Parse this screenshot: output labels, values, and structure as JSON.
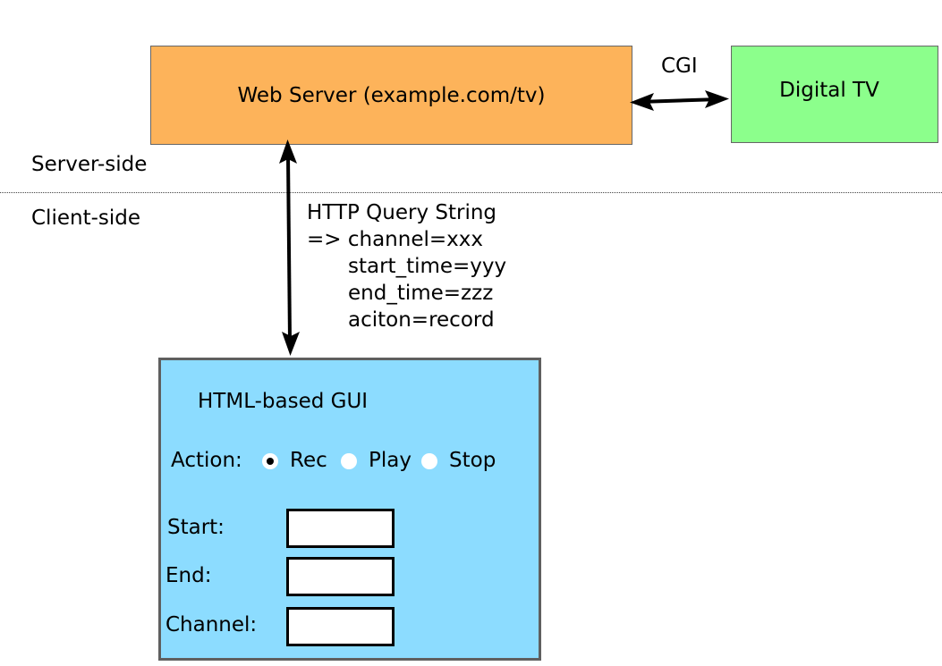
{
  "colors": {
    "web_server_fill": "#fdb35a",
    "digital_tv_fill": "#8cff8c",
    "gui_panel_fill": "#8cdcff",
    "arrow": "#000000",
    "box_border": "#666666"
  },
  "web_server": {
    "label": "Web Server (example.com/tv)"
  },
  "digital_tv": {
    "label": "Digital TV"
  },
  "cgi_label": "CGI",
  "zones": {
    "server_side": "Server-side",
    "client_side": "Client-side"
  },
  "query": {
    "title": "HTTP Query String",
    "line1": "=> channel=xxx",
    "line2": "start_time=yyy",
    "line3": "end_time=zzz",
    "line4": "aciton=record"
  },
  "gui": {
    "title": "HTML-based GUI",
    "action_label": "Action:",
    "options": [
      {
        "label": "Rec",
        "selected": true
      },
      {
        "label": "Play",
        "selected": false
      },
      {
        "label": "Stop",
        "selected": false
      }
    ],
    "fields": [
      {
        "label": "Start:",
        "value": ""
      },
      {
        "label": "End:",
        "value": ""
      },
      {
        "label": "Channel:",
        "value": ""
      }
    ]
  },
  "icons": {
    "bidirectional_arrow": "double-headed-arrow",
    "radio_selected": "radio-checked",
    "radio_unselected": "radio-empty"
  }
}
